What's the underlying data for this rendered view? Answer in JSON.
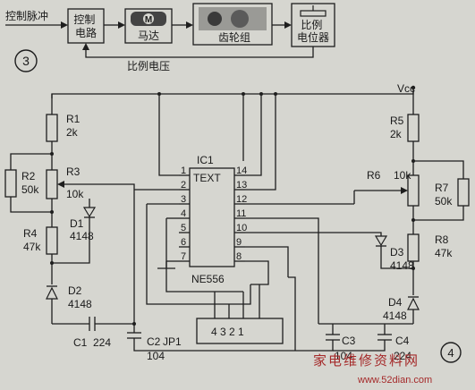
{
  "block": {
    "input_label": "控制脉冲",
    "control_circuit": "控制\n电路",
    "motor_symbol": "M",
    "motor": "马达",
    "gearbox": "齿轮组",
    "pot": "比例\n电位器",
    "feedback": "比例电压",
    "circle_label": "3"
  },
  "schematic": {
    "ic_ref": "IC1",
    "ic_text": "TEXT",
    "ic_part": "NE556",
    "pins_left": [
      "1",
      "2",
      "3",
      "4",
      "5",
      "6",
      "7"
    ],
    "pins_right": [
      "14",
      "13",
      "12",
      "11",
      "10",
      "9",
      "8"
    ],
    "vcc": "Vcc",
    "r1": "R1",
    "r1v": "2k",
    "r2": "R2",
    "r2v": "50k",
    "r3": "R3",
    "r3v": "10k",
    "r4": "R4",
    "r4v": "47k",
    "d1": "D1",
    "d1v": "4148",
    "d2": "D2",
    "d2v": "4148",
    "c1": "C1",
    "c1v": "224",
    "c2": "C2",
    "c2v": "104",
    "jp1": "JP1",
    "jp1pins": "4 3 2 1",
    "r5": "R5",
    "r5v": "2k",
    "r6": "R6",
    "r6v": "10k",
    "r7": "R7",
    "r7v": "50k",
    "r8": "R8",
    "r8v": "47k",
    "d3": "D3",
    "d3v": "4148",
    "d4": "D4",
    "d4v": "4148",
    "c3": "C3",
    "c3v": "104",
    "c4": "C4",
    "c4v": "224",
    "circle_label": "4"
  },
  "watermark": {
    "text": "家电维修资料网",
    "url": "www.52dian.com"
  }
}
